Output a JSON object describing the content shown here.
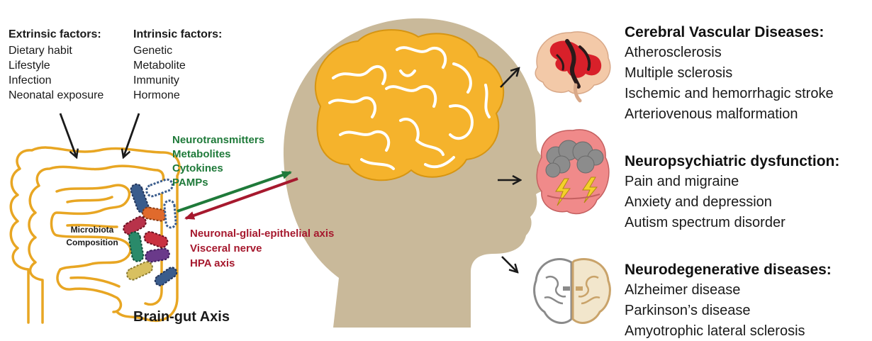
{
  "extrinsic": {
    "title": "Extrinsic factors:",
    "items": [
      "Dietary habit",
      "Lifestyle",
      "Infection",
      "Neonatal exposure"
    ]
  },
  "intrinsic": {
    "title": "Intrinsic factors:",
    "items": [
      "Genetic",
      "Metabolite",
      "Immunity",
      "Hormone"
    ]
  },
  "gut_to_brain": {
    "items": [
      "Neurotransmitters",
      "Metabolites",
      "Cytokines",
      "PAMPs"
    ],
    "color": "#1f7a3a"
  },
  "brain_to_gut": {
    "items": [
      "Neuronal-glial-epithelial axis",
      "Visceral nerve",
      "HPA axis"
    ],
    "color": "#a6192e"
  },
  "microbiota": {
    "line1": "Microbiota",
    "line2": "Composition"
  },
  "axis_title": "Brain-gut Axis",
  "diseases": [
    {
      "title": "Cerebral Vascular Diseases:",
      "items": [
        "Atherosclerosis",
        "Multiple sclerosis",
        "Ischemic and hemorrhagic stroke",
        "Arteriovenous malformation"
      ]
    },
    {
      "title": "Neuropsychiatric dysfunction:",
      "items": [
        "Pain and migraine",
        "Anxiety and depression",
        "Autism spectrum disorder"
      ]
    },
    {
      "title": "Neurodegenerative diseases:",
      "items": [
        "Alzheimer disease",
        "Parkinson’s disease",
        "Amyotrophic lateral sclerosis"
      ]
    }
  ],
  "colors": {
    "head": "#c9b99a",
    "brain": "#f5b32c",
    "gut_outline": "#e8a623",
    "green_arrow": "#1f7a3a",
    "red_arrow": "#a6192e"
  }
}
